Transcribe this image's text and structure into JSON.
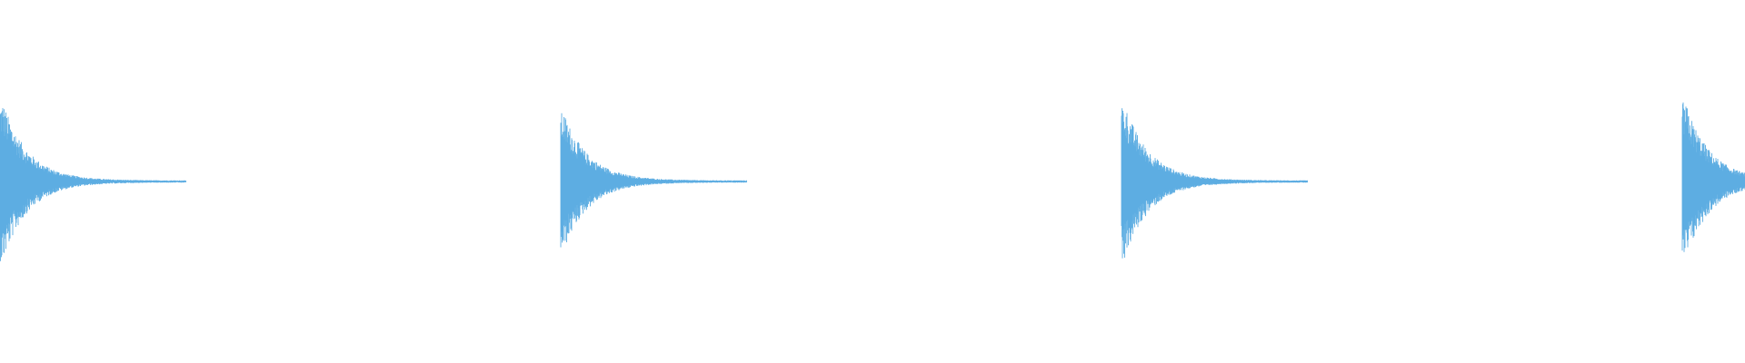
{
  "waveform": {
    "color": "#5dade2",
    "background": "#ffffff",
    "hit_count": 4,
    "hits": [
      {
        "peak_amplitude": 0.88,
        "decay": "fast"
      },
      {
        "peak_amplitude": 0.76,
        "decay": "fast"
      },
      {
        "peak_amplitude": 0.86,
        "decay": "fast"
      },
      {
        "peak_amplitude": 0.88,
        "decay": "fast",
        "truncated_at_right_edge": true
      }
    ]
  }
}
